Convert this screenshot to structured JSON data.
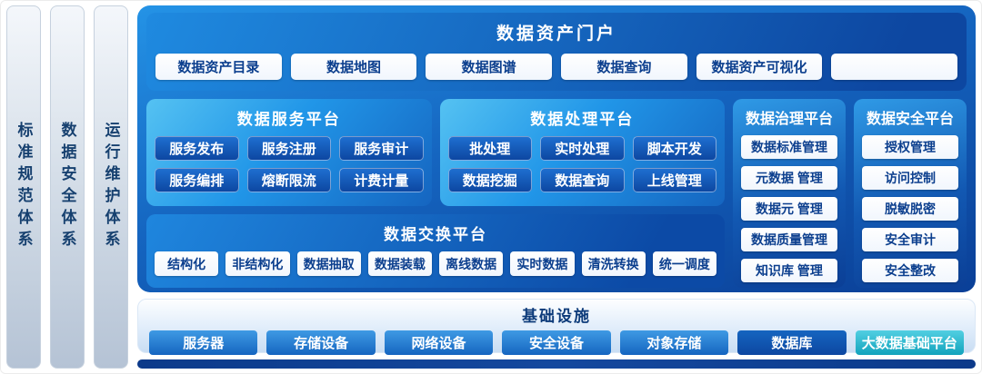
{
  "pillars": [
    "标准规范体系",
    "数据安全体系",
    "运行维护体系"
  ],
  "portal": {
    "title": "数据资产门户",
    "items": [
      "数据资产目录",
      "数据地图",
      "数据图谱",
      "数据查询",
      "数据资产可视化",
      ""
    ]
  },
  "service_platform": {
    "title": "数据服务平台",
    "items": [
      "服务发布",
      "服务注册",
      "服务审计",
      "服务编排",
      "熔断限流",
      "计费计量"
    ]
  },
  "processing_platform": {
    "title": "数据处理平台",
    "items": [
      "批处理",
      "实时处理",
      "脚本开发",
      "数据挖掘",
      "数据查询",
      "上线管理"
    ]
  },
  "governance_platform": {
    "title": "数据治理平台",
    "items": [
      "数据标准管理",
      "元数据 管理",
      "数据元 管理",
      "数据质量管理",
      "知识库 管理"
    ]
  },
  "security_platform": {
    "title": "数据安全平台",
    "items": [
      "授权管理",
      "访问控制",
      "脱敏脱密",
      "安全审计",
      "安全整改"
    ]
  },
  "exchange_platform": {
    "title": "数据交换平台",
    "items": [
      "结构化",
      "非结构化",
      "数据抽取",
      "数据装载",
      "离线数据",
      "实时数据",
      "清洗转换",
      "统一调度"
    ]
  },
  "infrastructure": {
    "title": "基础设施",
    "items": [
      "服务器",
      "存储设备",
      "网络设备",
      "安全设备",
      "对象存储",
      "数据库",
      "大数据基础平台"
    ]
  },
  "colors": {
    "deep_navy": "#0d47a1",
    "mid_blue": "#1565c0",
    "bright_blue": "#2196e8",
    "panel_cyan": "#55c2f2",
    "infra_cyan": "#12a3bc",
    "pillar_text": "#16406f"
  }
}
